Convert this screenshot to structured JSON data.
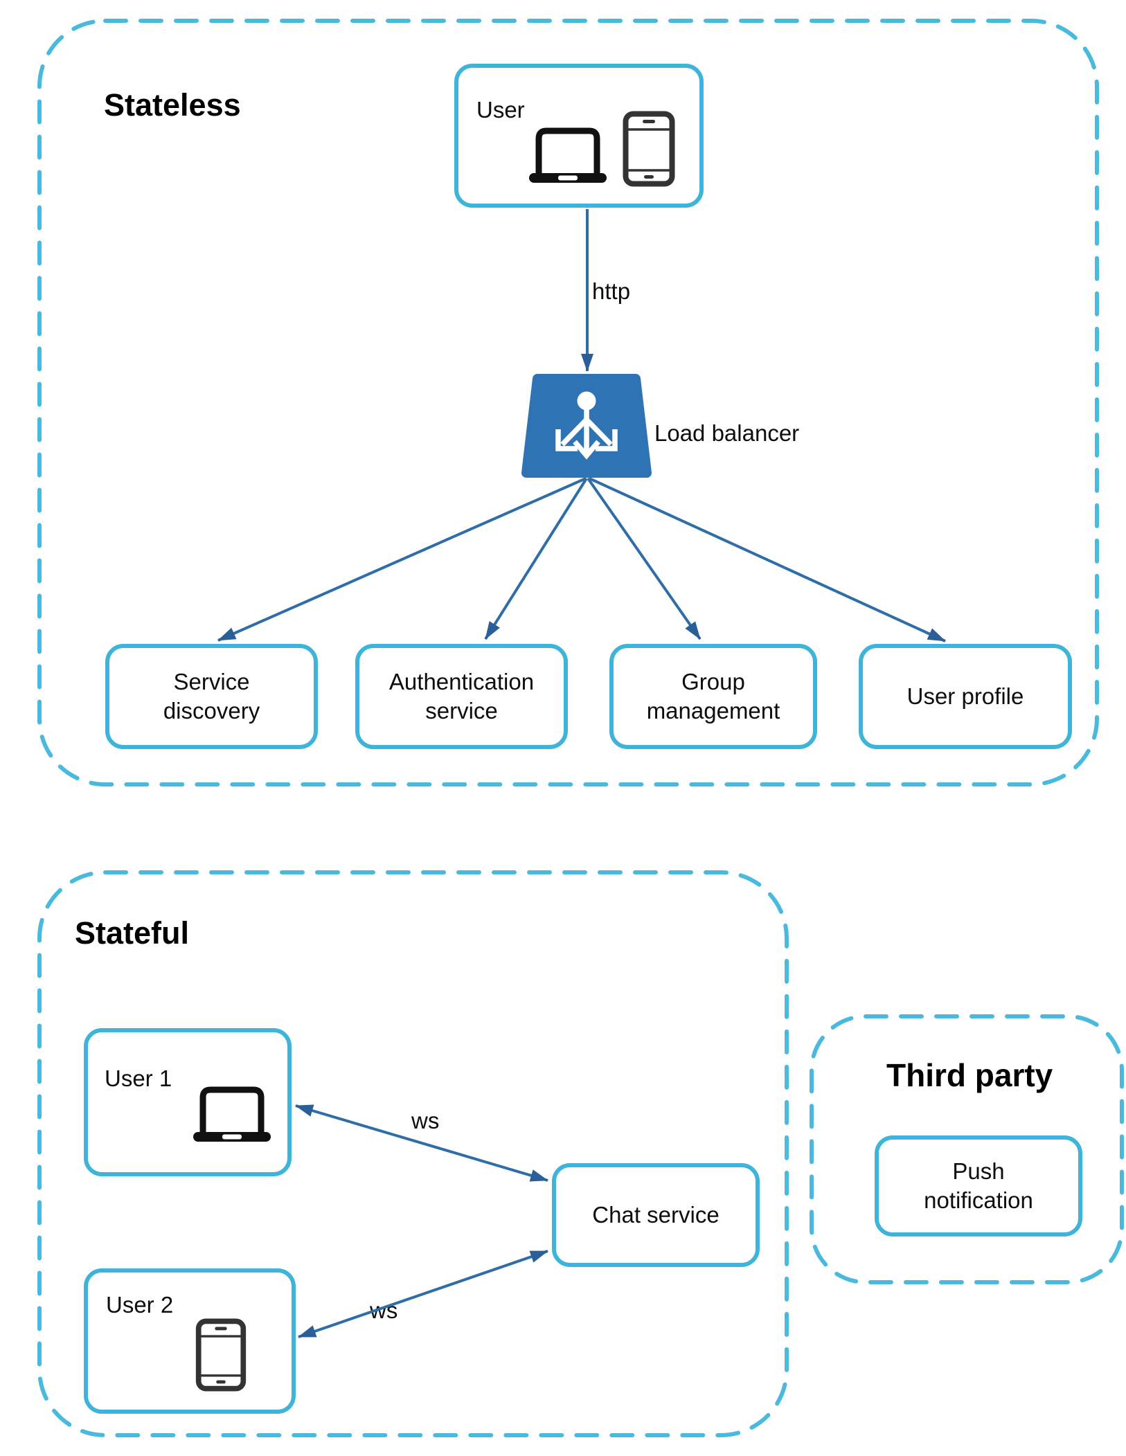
{
  "diagram": {
    "sections": {
      "stateless": {
        "title": "Stateless"
      },
      "stateful": {
        "title": "Stateful"
      },
      "third_party": {
        "title": "Third party"
      }
    },
    "nodes": {
      "user": {
        "label": "User"
      },
      "load_balancer": {
        "label": "Load balancer"
      },
      "service_discovery": {
        "label": "Service discovery"
      },
      "authentication_service": {
        "label": "Authentication service"
      },
      "group_management": {
        "label": "Group management"
      },
      "user_profile": {
        "label": "User profile"
      },
      "user_1": {
        "label": "User 1"
      },
      "user_2": {
        "label": "User 2"
      },
      "chat_service": {
        "label": "Chat service"
      },
      "push_notification": {
        "label": "Push notification"
      }
    },
    "edges": {
      "user_to_load_balancer": {
        "label": "http"
      },
      "user1_chat": {
        "label": "ws"
      },
      "user2_chat": {
        "label": "ws"
      }
    },
    "icons": {
      "user_devices": "laptop-icon, smartphone-icon",
      "user_1_device": "laptop-icon",
      "user_2_device": "smartphone-icon",
      "load_balancer": "load-balancer-icon"
    },
    "colors": {
      "section_border": "#49b9dd",
      "node_border": "#3fb4d9",
      "arrow_line": "#2e6da8",
      "arrow_head": "#2a5f97",
      "load_balancer_fill": "#2e74b5",
      "text": "#0d0d0d"
    }
  }
}
